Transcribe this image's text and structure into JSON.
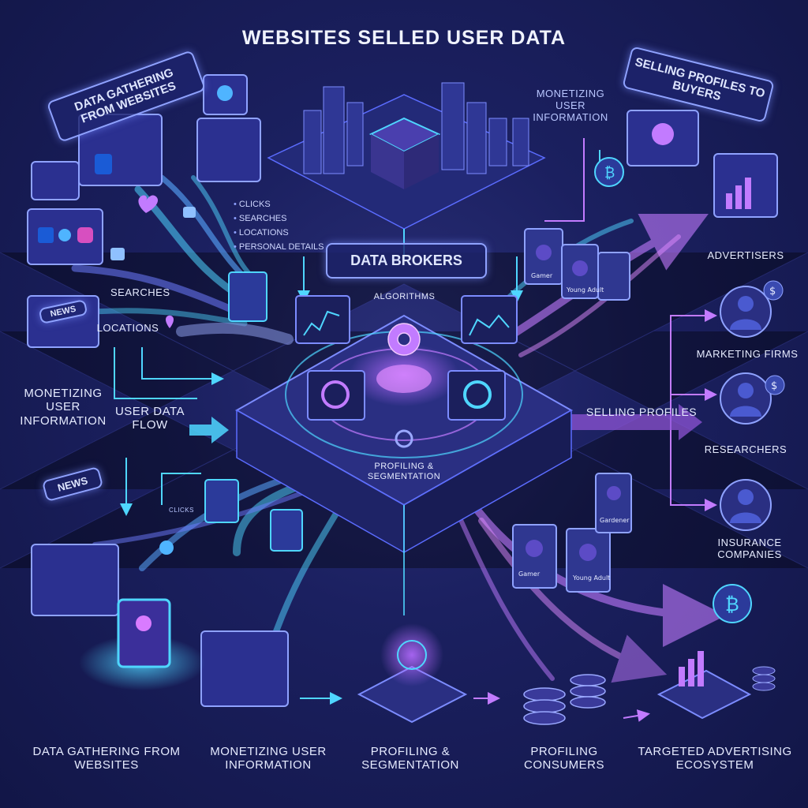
{
  "title": "WEBSITES SELLED USER DATA",
  "signs": {
    "gathering": "DATA GATHERING FROM WEBSITES",
    "selling_profiles_to_buyers": "SELLING PROFILES TO BUYERS",
    "data_brokers": "DATA BROKERS",
    "news_top": "NEWS",
    "news_bottom": "NEWS"
  },
  "labels": {
    "monetizing_top": "MONETIZING USER INFORMATION",
    "monetizing_left": "MONETIZING USER INFORMATION",
    "user_data_flow": "USER DATA FLOW",
    "searches": "SEARCHES",
    "locations": "LOCATIONS",
    "clicks_small": "CLICKS",
    "algorithms": "ALGORITHMS",
    "profiling_center": "PROFILING & SEGMENTATION",
    "selling_profiles": "SELLING PROFILES"
  },
  "data_types": [
    "CLICKS",
    "SEARCHES",
    "LOCATIONS",
    "PERSONAL DETAILS"
  ],
  "buyers": [
    "ADVERTISERS",
    "MARKETING FIRMS",
    "RESEARCHERS",
    "INSURANCE COMPANIES"
  ],
  "profile_cards": [
    "Gamer",
    "Young Adult",
    "Gamer",
    "Young Adult",
    "Gardener"
  ],
  "bottom_steps": [
    "DATA GATHERING FROM WEBSITES",
    "MONETIZING USER INFORMATION",
    "PROFILING & SEGMENTATION",
    "PROFILING CONSUMERS",
    "TARGETED ADVERTISING ECOSYSTEM"
  ],
  "colors": {
    "background": "#151a4a",
    "accent_cyan": "#4fd6ff",
    "accent_purple": "#c27bff",
    "sign_border": "#8fa2ff"
  },
  "icons": [
    "facebook-icon",
    "twitter-icon",
    "instagram-icon",
    "heart-icon",
    "thumbs-up-icon",
    "location-pin-icon",
    "gear-icon",
    "bitcoin-icon",
    "dollar-icon",
    "user-icon",
    "bar-chart-icon"
  ]
}
